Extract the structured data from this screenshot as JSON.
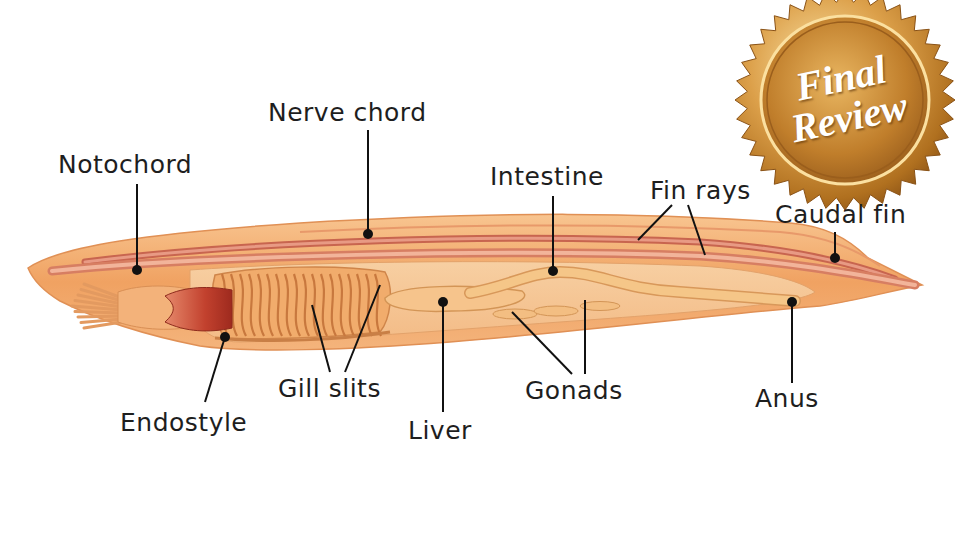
{
  "diagram": {
    "labels": [
      "Nerve chord",
      "Notochord",
      "Intestine",
      "Fin rays",
      "Caudal fin",
      "Endostyle",
      "Gill slits",
      "Liver",
      "Gonads",
      "Anus",
      "Final Review"
    ]
  }
}
